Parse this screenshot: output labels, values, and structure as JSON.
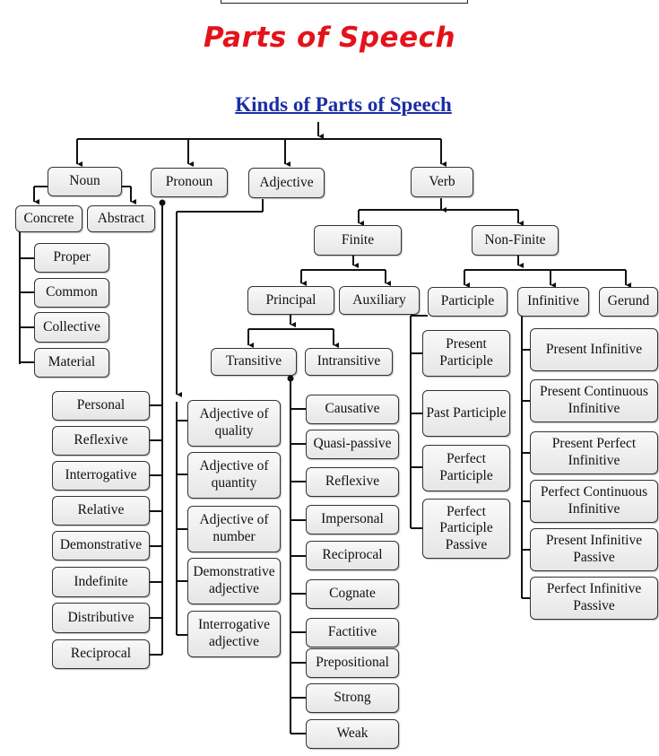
{
  "title": "Parts of Speech",
  "subtitle": "Kinds of Parts of Speech",
  "watermark": "",
  "root": {
    "noun": {
      "label": "Noun",
      "children": [
        "Concrete",
        "Abstract"
      ],
      "concrete_kinds": [
        "Proper",
        "Common",
        "Collective",
        "Material"
      ]
    },
    "pronoun": {
      "label": "Pronoun",
      "kinds": [
        "Personal",
        "Reflexive",
        "Interrogative",
        "Relative",
        "Demonstrative",
        "Indefinite",
        "Distributive",
        "Reciprocal"
      ]
    },
    "adjective": {
      "label": "Adjective",
      "kinds": [
        "Adjective of quality",
        "Adjective of quantity",
        "Adjective of number",
        "Demonstrative adjective",
        "Interrogative adjective"
      ]
    },
    "verb": {
      "label": "Verb",
      "finite": {
        "label": "Finite",
        "children": [
          "Principal",
          "Auxiliary"
        ],
        "principal_children": [
          "Transitive",
          "Intransitive"
        ],
        "verb_kinds": [
          "Causative",
          "Quasi-passive",
          "Reflexive",
          "Impersonal",
          "Reciprocal",
          "Cognate",
          "Factitive",
          "Prepositional",
          "Strong",
          "Weak"
        ]
      },
      "non_finite": {
        "label": "Non-Finite",
        "children": [
          "Participle",
          "Infinitive",
          "Gerund"
        ],
        "participle_kinds": [
          "Present Participle",
          "Past Participle",
          "Perfect Participle",
          "Perfect Participle Passive"
        ],
        "infinitive_kinds": [
          "Present Infinitive",
          "Present Continuous Infinitive",
          "Present Perfect Infinitive",
          "Perfect Continuous Infinitive",
          "Present Infinitive Passive",
          "Perfect Infinitive Passive"
        ]
      }
    }
  }
}
